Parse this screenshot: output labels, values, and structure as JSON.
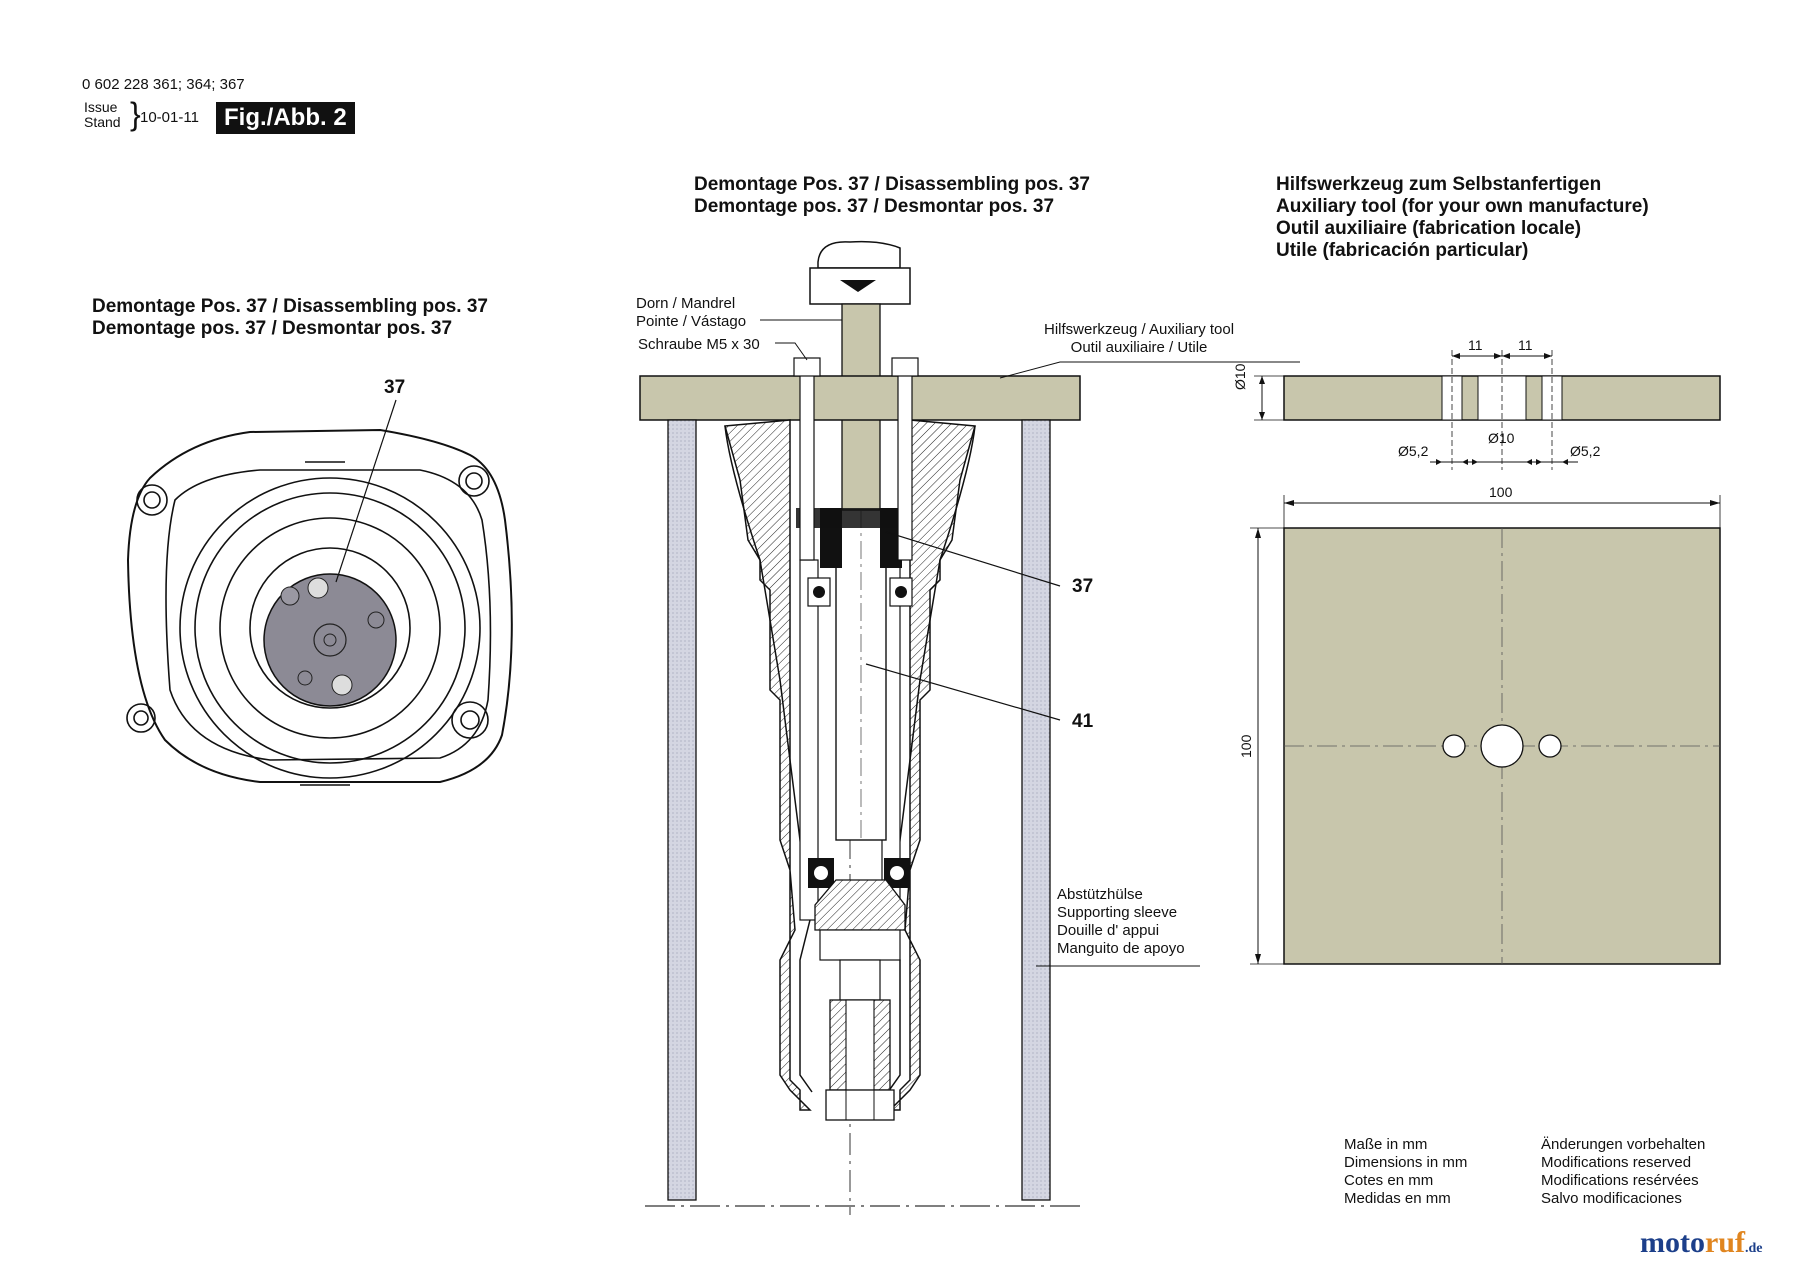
{
  "header": {
    "part_numbers": "0 602 228 361; 364; 367",
    "issue_label": "Issue",
    "stand_label": "Stand",
    "date": "10-01-11",
    "figure": "Fig./Abb. 2"
  },
  "left_panel": {
    "title_line1": "Demontage Pos. 37 / Disassembling pos. 37",
    "title_line2": "Demontage pos. 37 / Desmontar pos. 37",
    "callout": "37"
  },
  "middle_panel": {
    "title_line1": "Demontage Pos. 37 / Disassembling pos. 37",
    "title_line2": "Demontage pos. 37 / Desmontar pos. 37",
    "mandrel_line1": "Dorn / Mandrel",
    "mandrel_line2": "Pointe / Vástago",
    "screw": "Schraube M5 x 30",
    "aux_tool_line1": "Hilfswerkzeug / Auxiliary tool",
    "aux_tool_line2": "Outil auxiliaire / Utile",
    "callout_37": "37",
    "callout_41": "41",
    "sleeve_line1": "Abstützhülse",
    "sleeve_line2": "Supporting sleeve",
    "sleeve_line3": "Douille d' appui",
    "sleeve_line4": "Manguito de apoyo"
  },
  "right_panel": {
    "title_line1": "Hilfswerkzeug zum Selbstanfertigen",
    "title_line2": "Auxiliary tool (for your own manufacture)",
    "title_line3": "Outil auxiliaire (fabrication locale)",
    "title_line4": "Utile (fabricación particular)",
    "dim_11a": "11",
    "dim_11b": "11",
    "dim_d10_vertical": "Ø10",
    "dim_d52_left": "Ø5,2",
    "dim_d10": "Ø10",
    "dim_d52_right": "Ø5,2",
    "dim_100_width": "100",
    "dim_100_height": "100"
  },
  "footer": {
    "units_de": "Maße in mm",
    "units_en": "Dimensions in mm",
    "units_fr": "Cotes en mm",
    "units_es": "Medidas en mm",
    "mod_de": "Änderungen vorbehalten",
    "mod_en": "Modifications reserved",
    "mod_fr": "Modifications resérvées",
    "mod_es": "Salvo modificaciones"
  },
  "watermark": {
    "brand_a": "moto",
    "brand_b": "ruf",
    "tld": ".de"
  },
  "colors": {
    "tool_fill": "#c8c6ac",
    "part_dark": "#8c8a95",
    "sleeve_fill": "#d6d8e4",
    "ink": "#111111",
    "wm_blue": "#1c3f8a",
    "wm_orange": "#e0851f"
  }
}
